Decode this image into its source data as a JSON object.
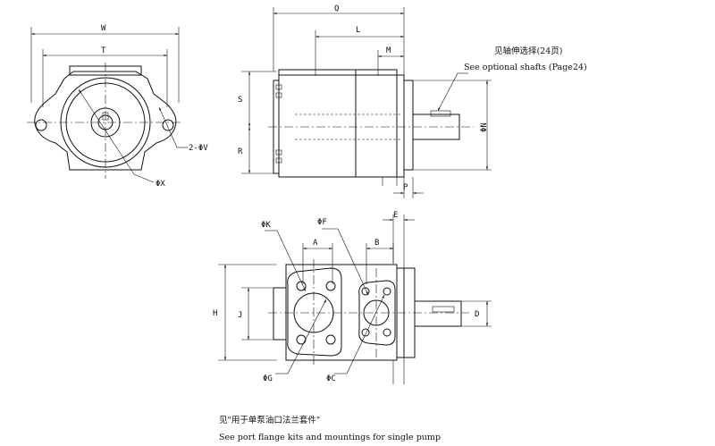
{
  "labels": {
    "W": "W",
    "T": "T",
    "V": "2-ΦV",
    "X": "ΦX",
    "Q": "Q",
    "L": "L",
    "M": "M",
    "S": "S",
    "R": "R",
    "N": "ΦN",
    "P": "P",
    "E": "E",
    "K": "ΦK",
    "F": "ΦF",
    "A": "A",
    "B": "B",
    "H": "H",
    "J": "J",
    "D": "D",
    "G": "ΦG",
    "C": "ΦC"
  },
  "notes": {
    "shaft_cn": "见轴伸选择(24页)",
    "shaft_en": "See optional shafts (Page24)",
    "flange_cn": "见\"用于单泵油口法兰套件\"",
    "flange_en": "See port flange kits and mountings for single pump"
  }
}
